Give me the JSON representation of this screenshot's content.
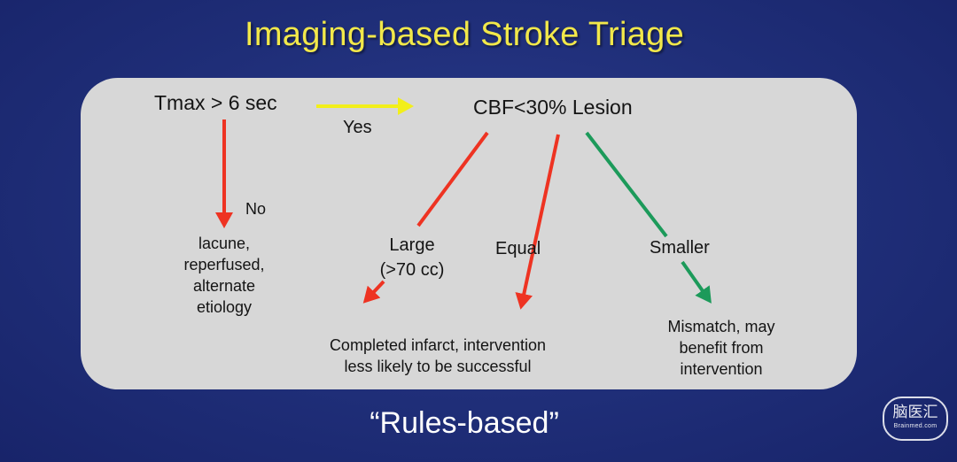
{
  "title": "Imaging-based Stroke Triage",
  "nodes": {
    "tmax": "Tmax > 6 sec",
    "cbf": "CBF<30% Lesion",
    "yes": "Yes",
    "no": "No",
    "lacune_lines": [
      "lacune,",
      "reperfused,",
      "alternate",
      "etiology"
    ],
    "large_lines": [
      "Large",
      "(>70 cc)"
    ],
    "equal": "Equal",
    "smaller": "Smaller",
    "completed_lines": [
      "Completed infarct, intervention",
      "less likely to be successful"
    ],
    "mismatch_lines": [
      "Mismatch, may",
      "benefit from",
      "intervention"
    ]
  },
  "footer": "“Rules-based”",
  "logo": {
    "main": "脑医汇",
    "sub": "Brainmed.com"
  },
  "colors": {
    "background": "#1f2e78",
    "title": "#f2e84a",
    "panel": "#d7d7d7",
    "yes_arrow": "#f2ef1a",
    "red_arrow": "#ee3322",
    "green_arrow": "#1c9a5a"
  }
}
